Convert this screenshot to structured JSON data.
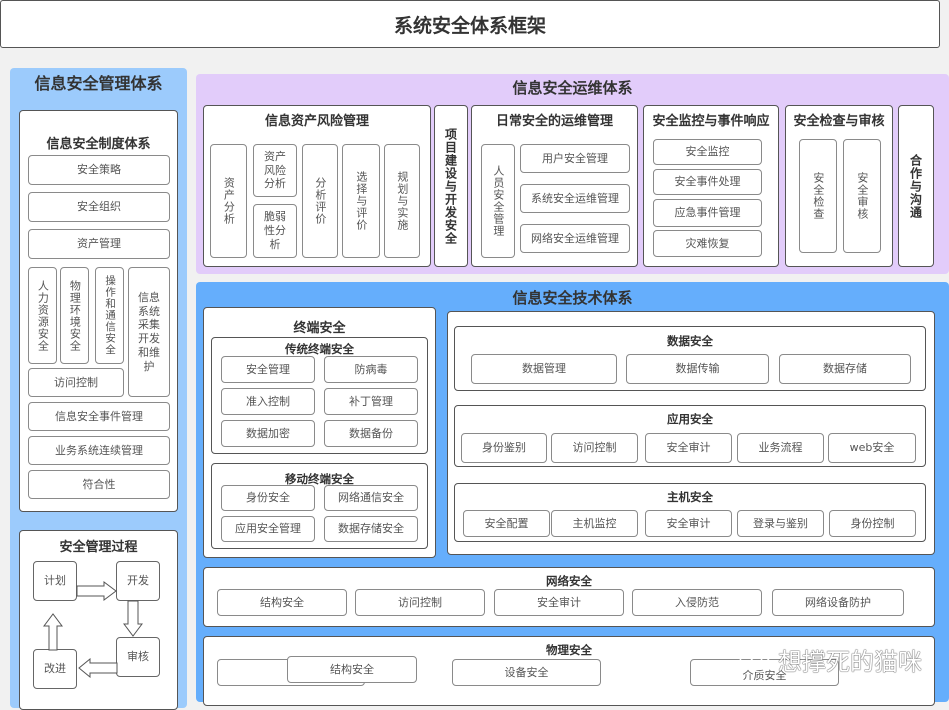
{
  "title": "系统安全体系框架",
  "management": {
    "title": "信息安全管理体系",
    "policy_system": {
      "title": "信息安全制度体系",
      "items": [
        "安全策略",
        "安全组织",
        "资产管理"
      ],
      "vertical_items": [
        "人力资源安全",
        "物理环境安全",
        "操作和通信安全"
      ],
      "dev_item": "信息系统采集开发和维护",
      "access_control": "访问控制",
      "bottom_items": [
        "信息安全事件管理",
        "业务系统连续管理",
        "符合性"
      ]
    },
    "process": {
      "title": "安全管理过程",
      "steps": [
        "计划",
        "开发",
        "审核",
        "改进"
      ]
    }
  },
  "operations": {
    "title": "信息安全运维体系",
    "asset_risk": {
      "title": "信息资产风险管理",
      "col1": "资产分析",
      "col2_top": "资产风险分析",
      "col2_bottom": "脆弱性分析",
      "col3": "分析评价",
      "col4": "选择与评价",
      "col5": "规划与实施"
    },
    "project": "项目建设与开发安全",
    "daily": {
      "title": "日常安全的运维管理",
      "personnel": "人员安全管理",
      "items": [
        "用户安全管理",
        "系统安全运维管理",
        "网络安全运维管理"
      ]
    },
    "monitoring": {
      "title": "安全监控与事件响应",
      "items": [
        "安全监控",
        "安全事件处理",
        "应急事件管理",
        "灾难恢复"
      ]
    },
    "audit": {
      "title": "安全检查与审核",
      "items": [
        "安全检查",
        "安全审核"
      ]
    },
    "cooperation": "合作与沟通"
  },
  "technology": {
    "title": "信息安全技术体系",
    "terminal": {
      "title": "终端安全",
      "traditional": {
        "title": "传统终端安全",
        "items": [
          "安全管理",
          "防病毒",
          "准入控制",
          "补丁管理",
          "数据加密",
          "数据备份"
        ]
      },
      "mobile": {
        "title": "移动终端安全",
        "items": [
          "身份安全",
          "网络通信安全",
          "应用安全管理",
          "数据存储安全"
        ]
      }
    },
    "data": {
      "title": "数据安全",
      "items": [
        "数据管理",
        "数据传输",
        "数据存储"
      ]
    },
    "application": {
      "title": "应用安全",
      "items": [
        "身份鉴别",
        "访问控制",
        "安全审计",
        "业务流程",
        "web安全"
      ]
    },
    "host": {
      "title": "主机安全",
      "items": [
        "安全配置",
        "主机监控",
        "安全审计",
        "登录与鉴别",
        "身份控制"
      ]
    },
    "network": {
      "title": "网络安全",
      "items": [
        "结构安全",
        "访问控制",
        "安全审计",
        "入侵防范",
        "网络设备防护"
      ]
    },
    "physical": {
      "title": "物理安全",
      "items": [
        "结构安全",
        "设备安全",
        "介质安全"
      ]
    }
  },
  "watermark": "想撑死的猫咪",
  "colors": {
    "management_bg": "#9ccbfc",
    "operations_bg": "#e2ccfa",
    "technology_bg": "#65aefc"
  }
}
